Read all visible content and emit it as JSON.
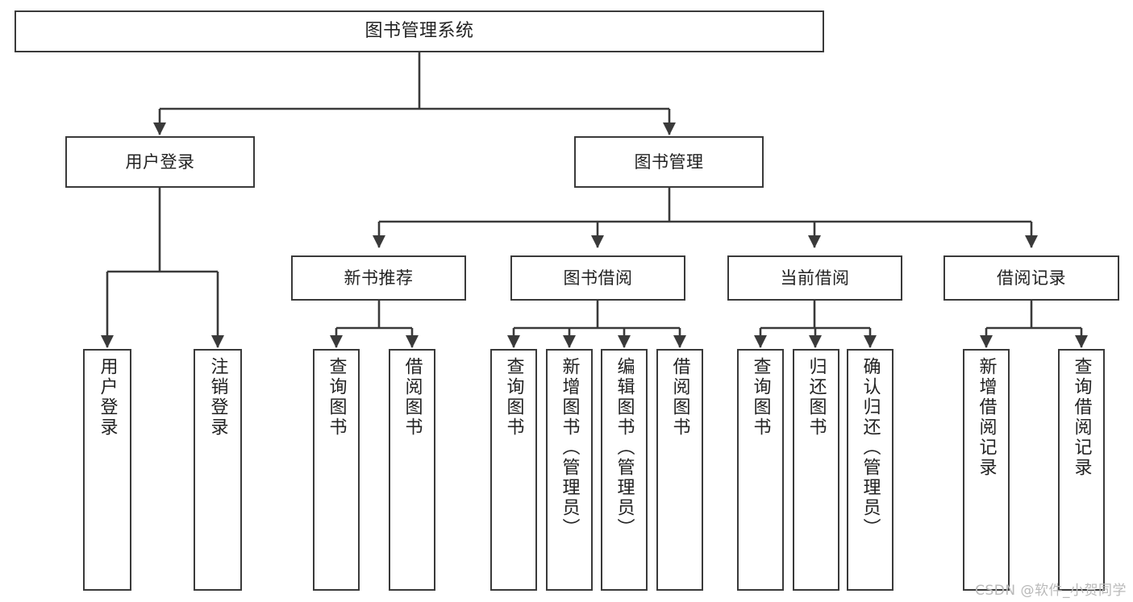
{
  "diagram": {
    "type": "tree-hierarchy",
    "title": "图书管理系统",
    "watermark": "CSDN @软件_小贺同学",
    "colors": {
      "stroke": "#3a3a3a",
      "fill": "#ffffff",
      "text": "#222222",
      "watermark": "#b9b9b9"
    },
    "levels": [
      {
        "level": 1,
        "nodes": [
          {
            "id": "root",
            "label": "图书管理系统",
            "orientation": "horizontal"
          }
        ]
      },
      {
        "level": 2,
        "nodes": [
          {
            "id": "l2-1",
            "label": "用户登录",
            "orientation": "horizontal",
            "parent": "root"
          },
          {
            "id": "l2-2",
            "label": "图书管理",
            "orientation": "horizontal",
            "parent": "root"
          }
        ]
      },
      {
        "level": 3,
        "nodes": [
          {
            "id": "l3-1",
            "label": "新书推荐",
            "orientation": "horizontal",
            "parent": "l2-2"
          },
          {
            "id": "l3-2",
            "label": "图书借阅",
            "orientation": "horizontal",
            "parent": "l2-2"
          },
          {
            "id": "l3-3",
            "label": "当前借阅",
            "orientation": "horizontal",
            "parent": "l2-2"
          },
          {
            "id": "l3-4",
            "label": "借阅记录",
            "orientation": "horizontal",
            "parent": "l2-2"
          }
        ]
      },
      {
        "level": 4,
        "nodes": [
          {
            "id": "l4-1",
            "label": "用户登录",
            "orientation": "vertical",
            "parent": "l2-1"
          },
          {
            "id": "l4-2",
            "label": "注销登录",
            "orientation": "vertical",
            "parent": "l2-1"
          },
          {
            "id": "l4-3",
            "label": "查询图书",
            "orientation": "vertical",
            "parent": "l3-1"
          },
          {
            "id": "l4-4",
            "label": "借阅图书",
            "orientation": "vertical",
            "parent": "l3-1"
          },
          {
            "id": "l4-5",
            "label": "查询图书",
            "orientation": "vertical",
            "parent": "l3-2"
          },
          {
            "id": "l4-6",
            "label": "新增图书（管理员）",
            "orientation": "vertical",
            "parent": "l3-2"
          },
          {
            "id": "l4-7",
            "label": "编辑图书（管理员）",
            "orientation": "vertical",
            "parent": "l3-2"
          },
          {
            "id": "l4-8",
            "label": "借阅图书",
            "orientation": "vertical",
            "parent": "l3-2"
          },
          {
            "id": "l4-9",
            "label": "查询图书",
            "orientation": "vertical",
            "parent": "l3-3"
          },
          {
            "id": "l4-10",
            "label": "归还图书",
            "orientation": "vertical",
            "parent": "l3-3"
          },
          {
            "id": "l4-11",
            "label": "确认归还（管理员）",
            "orientation": "vertical",
            "parent": "l3-3"
          },
          {
            "id": "l4-12",
            "label": "新增借阅记录",
            "orientation": "vertical",
            "parent": "l3-4"
          },
          {
            "id": "l4-13",
            "label": "查询借阅记录",
            "orientation": "vertical",
            "parent": "l3-4"
          }
        ]
      }
    ]
  }
}
